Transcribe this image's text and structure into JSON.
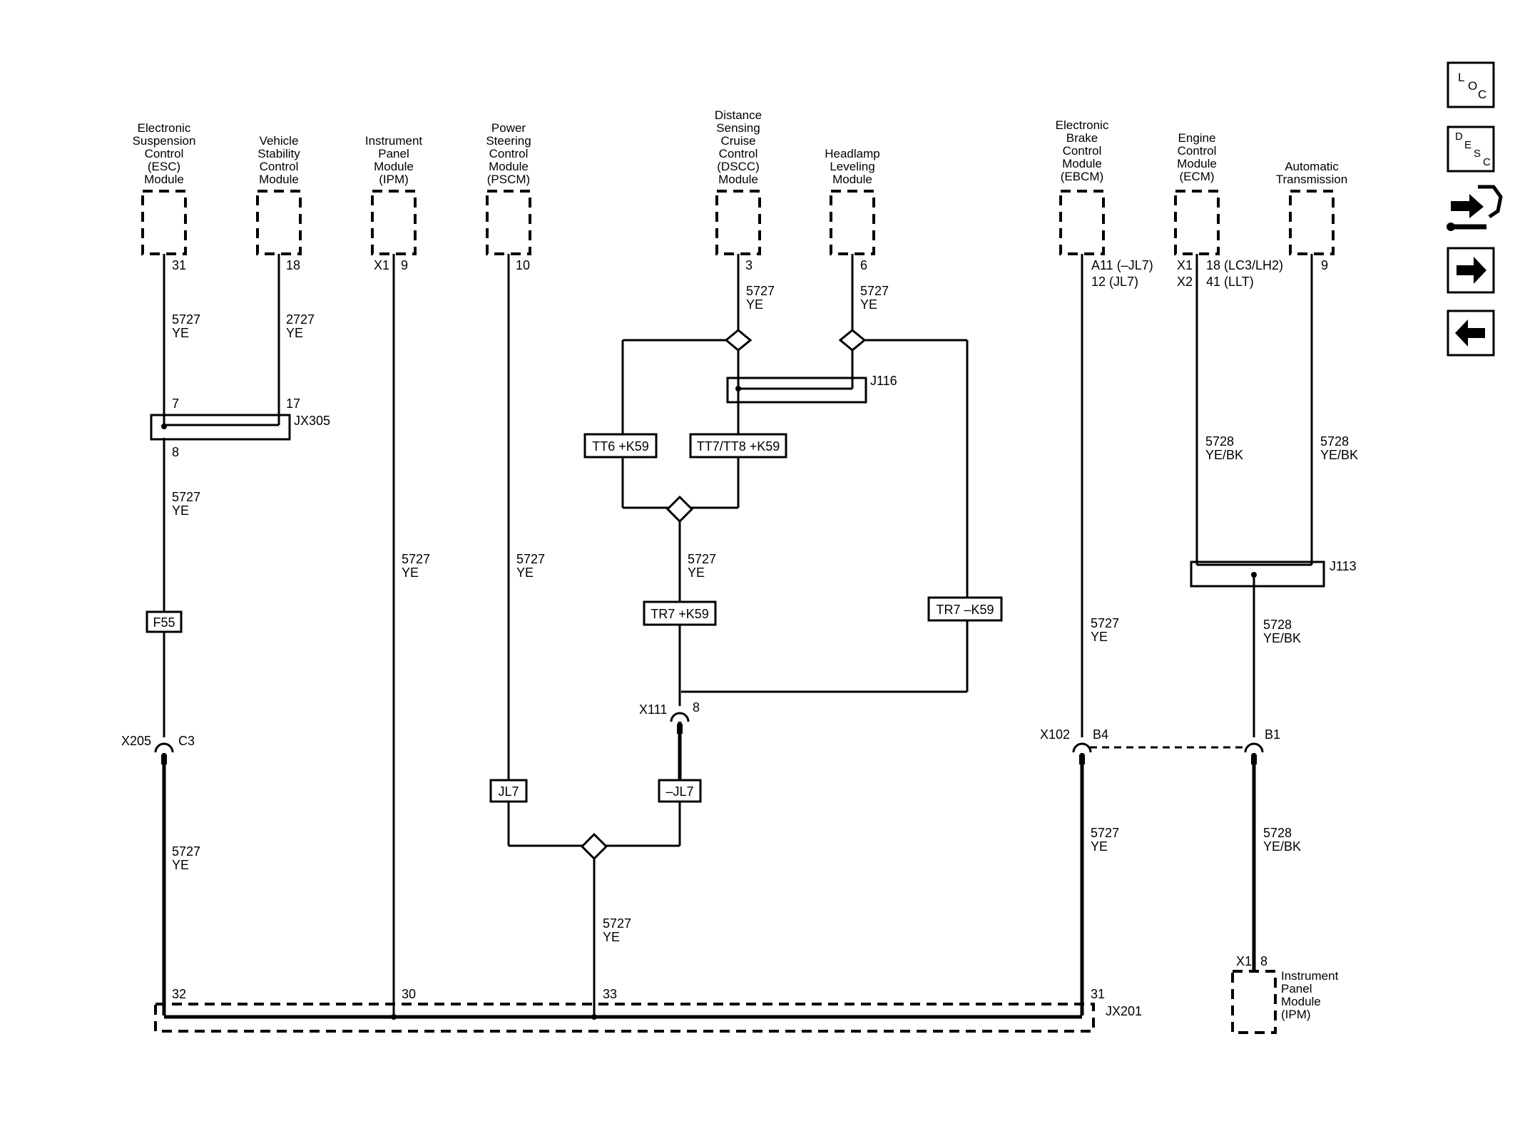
{
  "modules": {
    "esc": [
      "Electronic",
      "Suspension",
      "Control",
      "(ESC)",
      "Module"
    ],
    "vsc": [
      "Vehicle",
      "Stability",
      "Control",
      "Module"
    ],
    "ipm": [
      "Instrument",
      "Panel",
      "Module",
      "(IPM)"
    ],
    "pscm": [
      "Power",
      "Steering",
      "Control",
      "Module",
      "(PSCM)"
    ],
    "dscc": [
      "Distance",
      "Sensing",
      "Cruise",
      "Control",
      "(DSCC)",
      "Module"
    ],
    "hlm": [
      "Headlamp",
      "Leveling",
      "Module"
    ],
    "ebcm": [
      "Electronic",
      "Brake",
      "Control",
      "Module",
      "(EBCM)"
    ],
    "ecm": [
      "Engine",
      "Control",
      "Module",
      "(ECM)"
    ],
    "trans": [
      "Automatic",
      "Transmission"
    ],
    "ipm_bottom": [
      "Instrument",
      "Panel",
      "Module",
      "(IPM)"
    ]
  },
  "pins": {
    "esc": "31",
    "vsc": "18",
    "ipm_conn": "X1",
    "ipm": "9",
    "pscm": "10",
    "dscc": "3",
    "hlm": "6",
    "ebcm_1": "A11 (–JL7)",
    "ebcm_2": "12 (JL7)",
    "ecm_c1": "X1",
    "ecm_p1": "18 (LC3/LH2)",
    "ecm_c2": "X2",
    "ecm_p2": "41 (LLT)",
    "trans": "9",
    "ipm_bottom_conn": "X1",
    "ipm_bottom_pin": "8"
  },
  "wires": {
    "w_esc_num": "5727",
    "w_esc_col": "YE",
    "w_vsc_num": "2727",
    "w_vsc_col": "YE",
    "w_esc_lower_num": "5727",
    "w_esc_lower_col": "YE",
    "w_esc_bottom_num": "5727",
    "w_esc_bottom_col": "YE",
    "w_ipm_num": "5727",
    "w_ipm_col": "YE",
    "w_pscm_num": "5727",
    "w_pscm_col": "YE",
    "w_dscc_num": "5727",
    "w_dscc_col": "YE",
    "w_hlm_num": "5727",
    "w_hlm_col": "YE",
    "w_mid_num": "5727",
    "w_mid_col": "YE",
    "w_bottom_mid_num": "5727",
    "w_bottom_mid_col": "YE",
    "w_ebcm_num": "5727",
    "w_ebcm_col": "YE",
    "w_ebcm_lower_num": "5727",
    "w_ebcm_lower_col": "YE",
    "w_ecm_num": "5728",
    "w_ecm_col": "YE/BK",
    "w_trans_num": "5728",
    "w_trans_col": "YE/BK",
    "w_j113_num": "5728",
    "w_j113_col": "YE/BK",
    "w_ipm_bottom_num": "5728",
    "w_ipm_bottom_col": "YE/BK"
  },
  "connectors": {
    "jx305": "JX305",
    "jx305_p7": "7",
    "jx305_p17": "17",
    "jx305_p8": "8",
    "j116": "J116",
    "j113": "J113",
    "jx201": "JX201",
    "jx201_p32": "32",
    "jx201_p30": "30",
    "jx201_p33": "33",
    "jx201_p31": "31",
    "x205": "X205",
    "x205_pin": "C3",
    "x111": "X111",
    "x111_pin": "8",
    "x102": "X102",
    "x102_pin": "B4",
    "x102_pin2": "B1"
  },
  "options": {
    "tt6": "TT6 +K59",
    "tt7": "TT7/TT8 +K59",
    "tr7p": "TR7 +K59",
    "tr7m": "TR7 –K59",
    "jl7": "JL7",
    "jl7m": "–JL7",
    "f55": "F55"
  },
  "nav": {
    "loc": [
      "L",
      "O",
      "C"
    ],
    "desc": [
      "D",
      "E",
      "S",
      "C"
    ]
  }
}
